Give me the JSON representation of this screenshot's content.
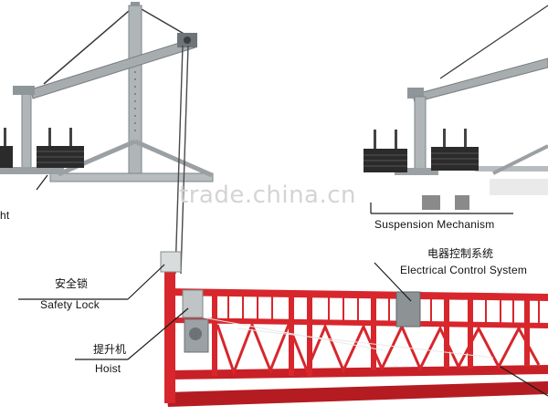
{
  "labels": {
    "fragment_left": "ht",
    "suspension_en": "Suspension Mechanism",
    "electrical_cn": "电器控制系统",
    "electrical_en": "Electrical Control System",
    "safety_cn": "安全锁",
    "safety_en": "Safety Lock",
    "hoist_cn": "提升机",
    "hoist_en": "Hoist"
  },
  "watermark": "trade.china.cn",
  "colors": {
    "platform": "#d7262c",
    "platform_dark": "#a8181d",
    "steel": "#a7adaf",
    "counterweight": "#2b2b2b",
    "text": "#111111"
  }
}
